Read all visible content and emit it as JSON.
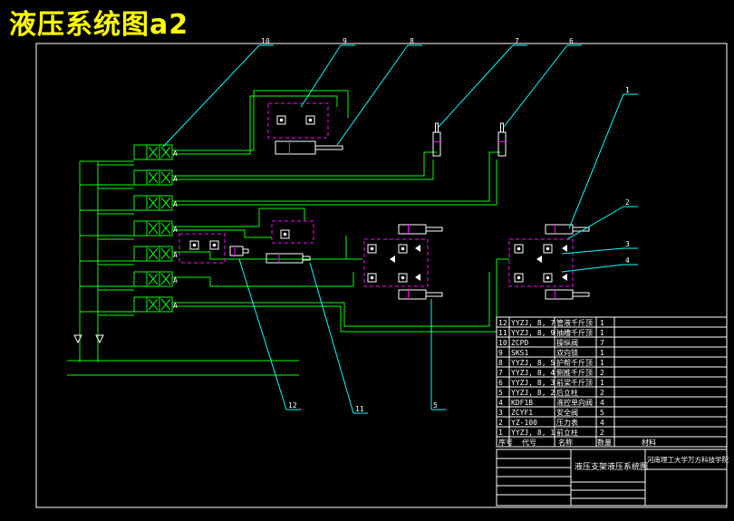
{
  "title": "液压系统图a2",
  "callouts": [
    "1",
    "2",
    "3",
    "4",
    "5",
    "6",
    "7",
    "8",
    "9",
    "10",
    "11",
    "12"
  ],
  "bom_rows": [
    {
      "no": "12",
      "code": "YYZJ, 8, 7",
      "name": "管液千斤顶",
      "qty": "1"
    },
    {
      "no": "11",
      "code": "YYZJ, 8, 9",
      "name": "抽槽千斤顶",
      "qty": "1"
    },
    {
      "no": "10",
      "code": "ZCPD",
      "name": "操纵阀",
      "qty": "7"
    },
    {
      "no": "9",
      "code": "SKS1",
      "name": "双向锁",
      "qty": "1"
    },
    {
      "no": "8",
      "code": "YYZJ, 8, 5",
      "name": "护帮千斤顶",
      "qty": "1"
    },
    {
      "no": "7",
      "code": "YYZJ, 8, 4",
      "name": "侧推千斤顶",
      "qty": "2"
    },
    {
      "no": "6",
      "code": "YYZJ, 8, 3",
      "name": "前梁千斤顶",
      "qty": "1"
    },
    {
      "no": "5",
      "code": "YYZJ, 8, 2",
      "name": "后立柱",
      "qty": "2"
    },
    {
      "no": "4",
      "code": "KDF1B",
      "name": "液控单向阀",
      "qty": "4"
    },
    {
      "no": "3",
      "code": "ZCYF1",
      "name": "安全阀",
      "qty": "5"
    },
    {
      "no": "2",
      "code": "YZ-100",
      "name": "压力表",
      "qty": "4"
    },
    {
      "no": "1",
      "code": "YYZJ, 8, 1",
      "name": "前立柱",
      "qty": "2"
    }
  ],
  "bom_header": [
    "序号",
    "代号",
    "名称",
    "数量",
    "材料"
  ],
  "title_block": {
    "drawing_name": "液压支架液压系统图",
    "school": "河南理工大学万方科技学院"
  },
  "colors": {
    "background": "#000000",
    "pipe": "#00ff00",
    "valve": "#ff00ff",
    "leader": "#00ffff",
    "frame": "#ffffff",
    "title": "#ffff00"
  }
}
